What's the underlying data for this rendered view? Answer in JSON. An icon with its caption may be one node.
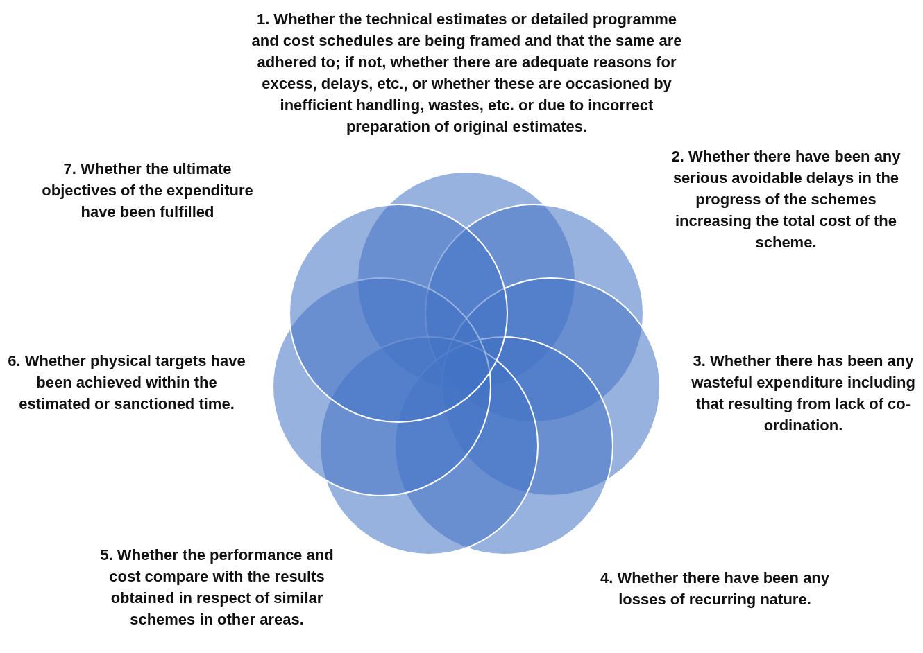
{
  "diagram": {
    "nodes": [
      {
        "text": [],
        "shape": "circle",
        "beside": [
          "1. Whether the technical estimates or detailed programme and cost schedules are being framed and that the same are adhered to; if not, whether there are adequate reasons for excess, delays, etc., or whether these are occasioned by inefficient handling, wastes, etc. or due to incorrect preparation of original estimates."
        ]
      },
      {
        "text": [],
        "shape": "circle",
        "beside": [
          "2. Whether there have been any serious avoidable delays in the progress of the schemes increasing the total cost of the scheme."
        ]
      },
      {
        "text": [],
        "shape": "circle",
        "beside": [
          "3. Whether there has been any wasteful expenditure including that resulting from lack of co-ordination."
        ]
      },
      {
        "text": [],
        "shape": "circle",
        "beside": [
          "4. Whether there have been any losses of recurring nature."
        ]
      },
      {
        "text": [],
        "shape": "circle",
        "beside": [
          "5. Whether the performance and cost compare with the results obtained in respect of similar schemes in other areas."
        ]
      },
      {
        "text": [],
        "shape": "circle",
        "beside": [
          "6. Whether physical targets have been achieved within the estimated or sanctioned time."
        ]
      },
      {
        "text": [],
        "shape": "circle",
        "beside": [
          "7. Whether the ultimate objectives of the expenditure have been fulfilled"
        ]
      }
    ]
  }
}
